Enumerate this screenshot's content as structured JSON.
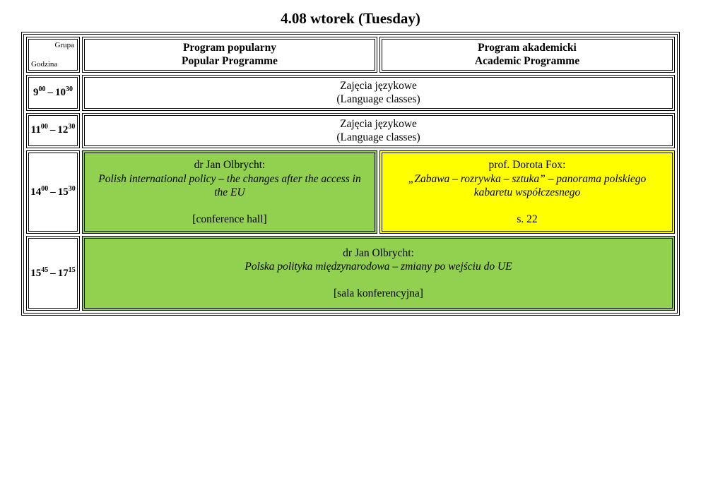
{
  "page": {
    "title": "4.08 wtorek (Tuesday)"
  },
  "colors": {
    "green": "#92D050",
    "yellow": "#FFFF00",
    "border": "#000000"
  },
  "table": {
    "header": {
      "corner_top": "Grupa",
      "corner_bottom": "Godzina",
      "popular": {
        "line1": "Program popularny",
        "line2": "Popular Programme"
      },
      "academic": {
        "line1": "Program akademicki",
        "line2": "Academic Programme"
      }
    },
    "rows": [
      {
        "time": {
          "start_h": "9",
          "start_m": "00",
          "sep": "–",
          "end_h": "10",
          "end_m": "30"
        },
        "content": {
          "line1": "Zajęcia językowe",
          "line2": "(Language classes)"
        }
      },
      {
        "time": {
          "start_h": "11",
          "start_m": "00",
          "sep": "–",
          "end_h": "12",
          "end_m": "30"
        },
        "content": {
          "line1": "Zajęcia językowe",
          "line2": "(Language classes)"
        }
      },
      {
        "time": {
          "start_h": "14",
          "start_m": "00",
          "sep": "–",
          "end_h": "15",
          "end_m": "30"
        },
        "popular": {
          "speaker": "dr Jan Olbrycht:",
          "title": "Polish international policy – the changes after the access in the EU",
          "location": "[conference hall]"
        },
        "academic": {
          "speaker": "prof. Dorota Fox:",
          "title": "„Zabawa – rozrywka – sztuka” – panorama polskiego kabaretu współczesnego",
          "location": "s. 22"
        }
      },
      {
        "time": {
          "start_h": "15",
          "start_m": "45",
          "sep": "–",
          "end_h": "17",
          "end_m": "15"
        },
        "event": {
          "speaker": "dr Jan Olbrycht:",
          "title": "Polska polityka międzynarodowa – zmiany po wejściu do UE",
          "location": "[sala konferencyjna]"
        }
      }
    ]
  }
}
